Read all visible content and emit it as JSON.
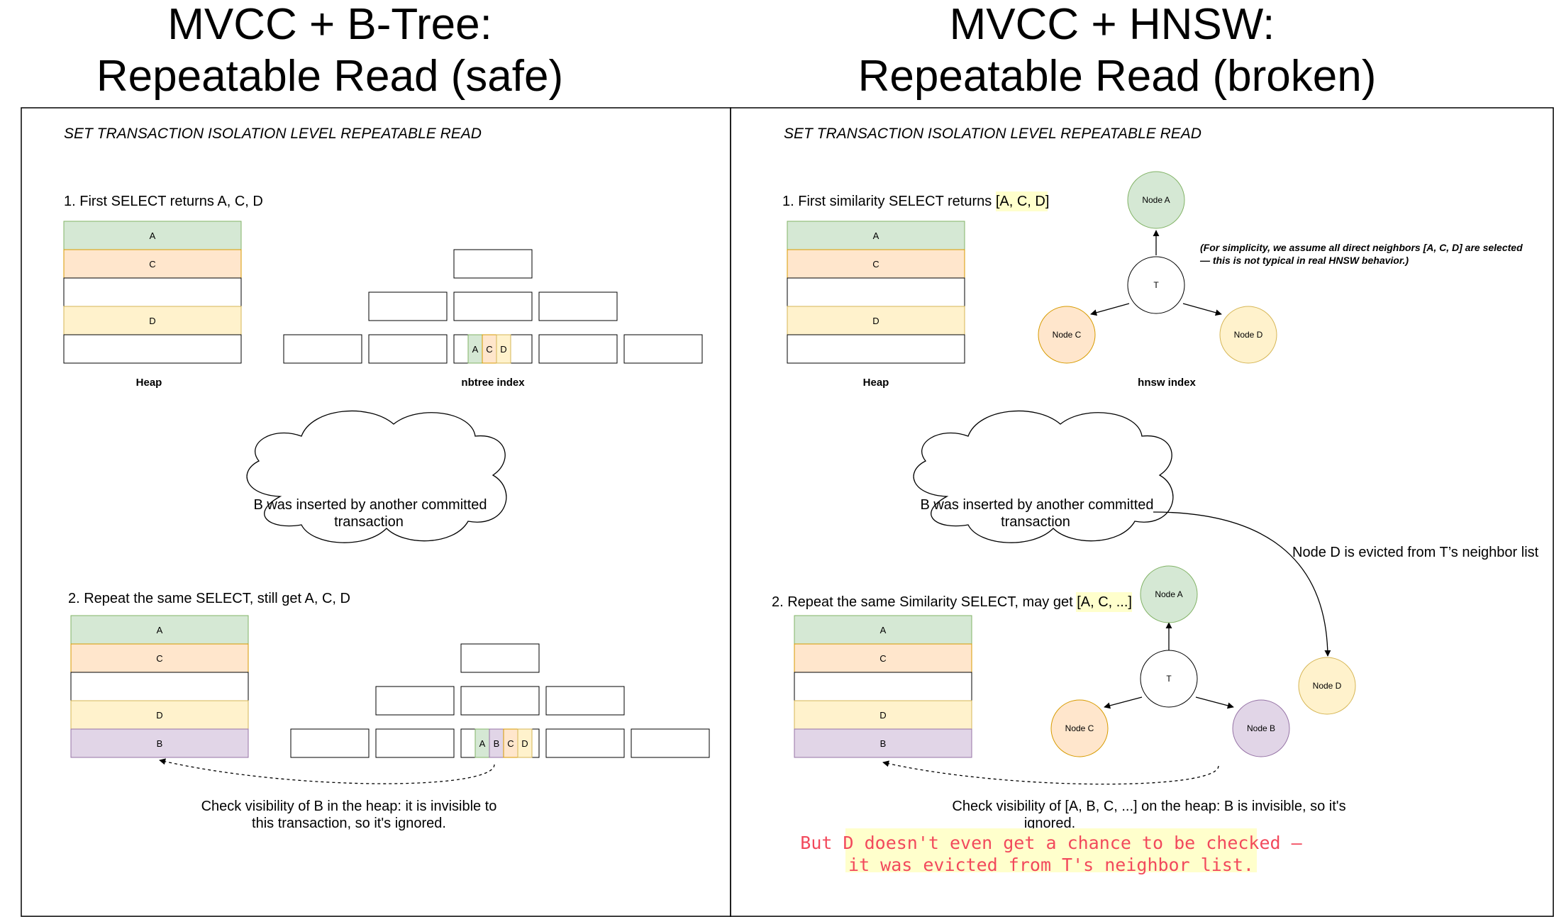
{
  "left": {
    "title_line1": "MVCC + B-Tree:",
    "title_line2": "Repeatable Read (safe)",
    "sql": "SET TRANSACTION ISOLATION LEVEL REPEATABLE READ",
    "step1": "1. First SELECT returns A, C, D",
    "heap1": [
      "A",
      "C",
      "",
      "D",
      ""
    ],
    "heap_caption": "Heap",
    "index_caption": "nbtree index",
    "leaf1": [
      "A",
      "C",
      "D"
    ],
    "cloud_line1": "B was inserted by another committed",
    "cloud_line2": "transaction",
    "step2": "2. Repeat the same SELECT, still get A, C, D",
    "heap2": [
      "A",
      "C",
      "",
      "D",
      "B"
    ],
    "leaf2": [
      "A",
      "B",
      "C",
      "D"
    ],
    "check_line1": "Check visibility of B in the heap: it is invisible to",
    "check_line2": "this transaction, so it's ignored."
  },
  "right": {
    "title_line1": "MVCC + HNSW:",
    "title_line2": "Repeatable Read (broken)",
    "sql": "SET TRANSACTION ISOLATION LEVEL REPEATABLE READ",
    "step1_prefix": "1. First similarity SELECT returns ",
    "step1_highlight": "[A, C, D]",
    "heap1": [
      "A",
      "C",
      "",
      "D",
      ""
    ],
    "heap_caption": "Heap",
    "index_caption": "hnsw index",
    "graph1": {
      "center": "T",
      "node_a": "Node A",
      "node_c": "Node C",
      "node_d": "Node D"
    },
    "note_line1": "(For simplicity, we assume all direct neighbors [A, C, D] are selected",
    "note_line2": "— this is not typical in real HNSW behavior.)",
    "cloud_line1": "B was inserted by another committed",
    "cloud_line2": "transaction",
    "evict_label": "Node D is evicted from T’s neighbor list",
    "step2_prefix": "2. Repeat the same Similarity SELECT, may get ",
    "step2_highlight": "[A, C, ...]",
    "heap2": [
      "A",
      "C",
      "",
      "D",
      "B"
    ],
    "graph2": {
      "center": "T",
      "node_a": "Node A",
      "node_c": "Node C",
      "node_b": "Node B",
      "node_d": "Node D"
    },
    "check_line1": "Check visibility of [A, B, C, ...] on the heap: B is invisible, so it's",
    "check_line2": "ignored.",
    "warn_line1": "But D doesn't even get a chance to be checked —",
    "warn_line2": "it was evicted from T's neighbor list."
  },
  "colors": {
    "green_fill": "#d5e8d4",
    "green_stroke": "#82b366",
    "orange_fill": "#ffe6cc",
    "orange_stroke": "#d79b00",
    "yellow_fill": "#fff2cc",
    "yellow_stroke": "#d6b656",
    "purple_fill": "#e1d5e7",
    "purple_stroke": "#9673a6",
    "highlight": "#ffffcc",
    "warning_text": "#f2495c"
  }
}
